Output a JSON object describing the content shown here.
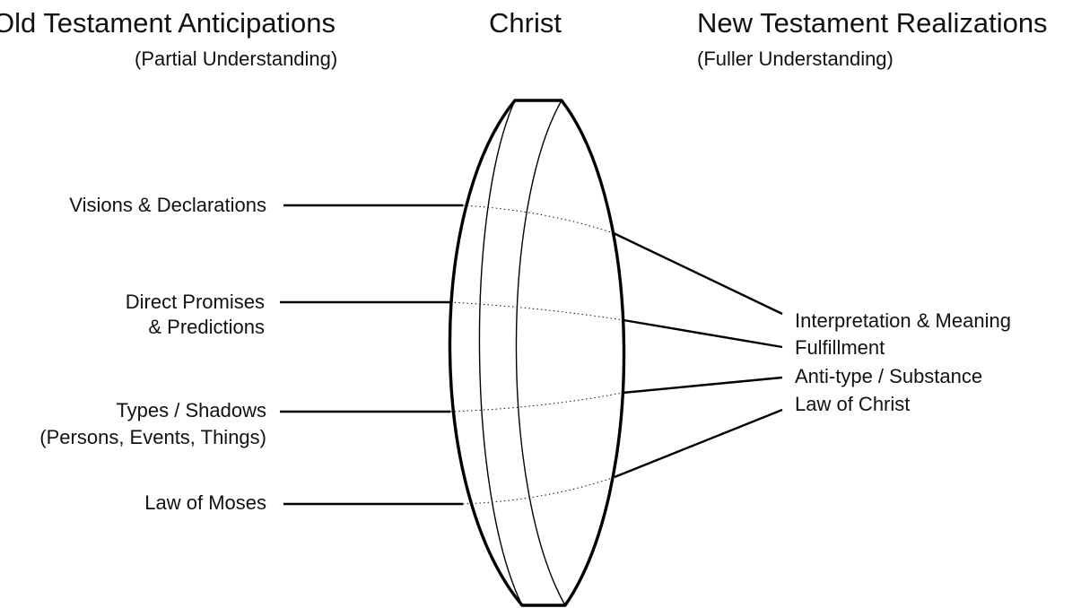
{
  "headers": {
    "old_title": "Old Testament Anticipations",
    "old_subtitle": "(Partial Understanding)",
    "center_title": "Christ",
    "new_title": "New Testament Realizations",
    "new_subtitle": "(Fuller Understanding)"
  },
  "left_labels": {
    "visions": "Visions & Declarations",
    "promises_line1": "Direct Promises",
    "promises_line2": "& Predictions",
    "types_line1": "Types / Shadows",
    "types_line2": "(Persons, Events, Things)",
    "law_moses": "Law of Moses"
  },
  "right_labels": {
    "interpretation": "Interpretation & Meaning",
    "fulfillment": "Fulfillment",
    "antitype": "Anti-type / Substance",
    "law_christ": "Law of Christ"
  },
  "colors": {
    "line": "#000000",
    "text": "#111111",
    "background": "#ffffff"
  }
}
